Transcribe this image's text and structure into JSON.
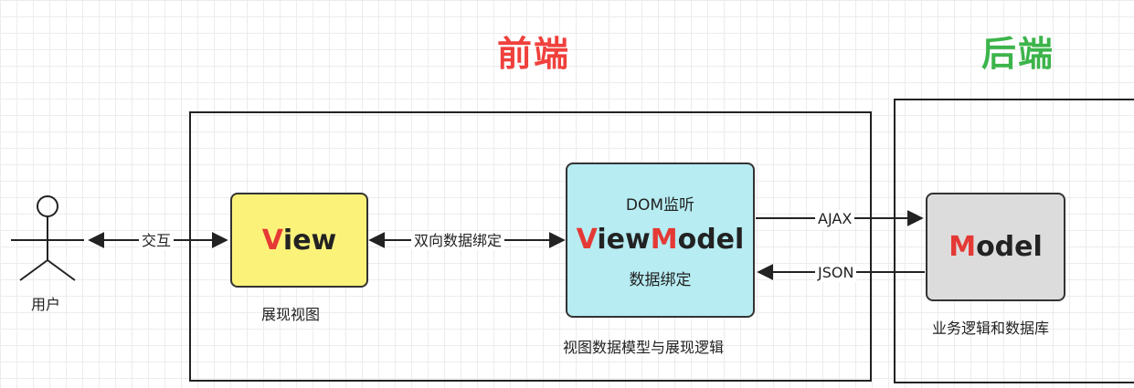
{
  "headings": {
    "frontend": "前端",
    "backend": "后端"
  },
  "colors": {
    "frontend": "#f0403c",
    "backend": "#3cb44b",
    "accent": "#e53935",
    "view_fill": "#fbf27a",
    "viewmodel_fill": "#b6ecf2",
    "model_fill": "#dcdcdc"
  },
  "actor": {
    "label": "用户",
    "icon": "stick-figure-icon"
  },
  "edges": {
    "interact": "交互",
    "two_way_binding": "双向数据绑定",
    "ajax": "AJAX",
    "json": "JSON"
  },
  "view": {
    "accent_letter": "V",
    "rest": "iew",
    "caption": "展现视图"
  },
  "viewmodel": {
    "top_text": "DOM监听",
    "part1_accent": "V",
    "part1_rest": "iew",
    "part2_accent": "M",
    "part2_rest": "odel",
    "bottom_text": "数据绑定",
    "caption": "视图数据模型与展现逻辑"
  },
  "model": {
    "accent_letter": "M",
    "rest": "odel",
    "caption": "业务逻辑和数据库"
  }
}
